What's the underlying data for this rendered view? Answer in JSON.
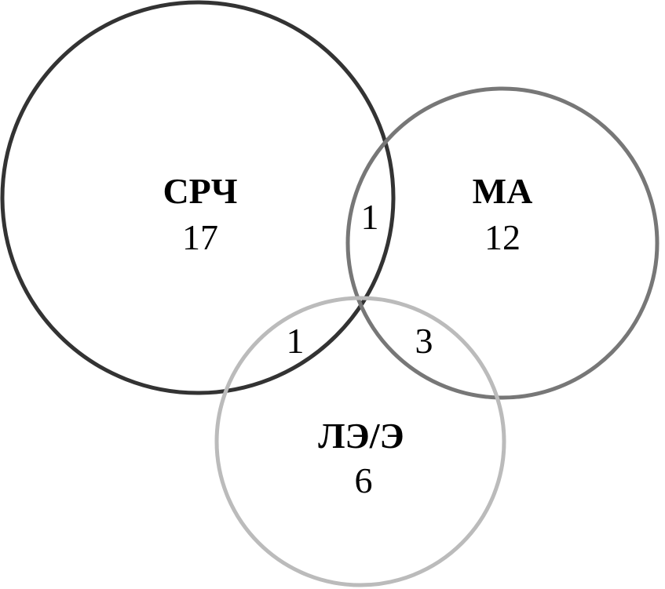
{
  "diagram": {
    "type": "venn",
    "sets": [
      {
        "id": "srch",
        "label": "СРЧ",
        "only": "17",
        "color": "#333333"
      },
      {
        "id": "ma",
        "label": "МА",
        "only": "12",
        "color": "#777777"
      },
      {
        "id": "le",
        "label": "ЛЭ/Э",
        "only": "6",
        "color": "#bbbbbb"
      }
    ],
    "intersections": {
      "srch_ma": "1",
      "srch_le": "1",
      "ma_le": "3"
    }
  }
}
